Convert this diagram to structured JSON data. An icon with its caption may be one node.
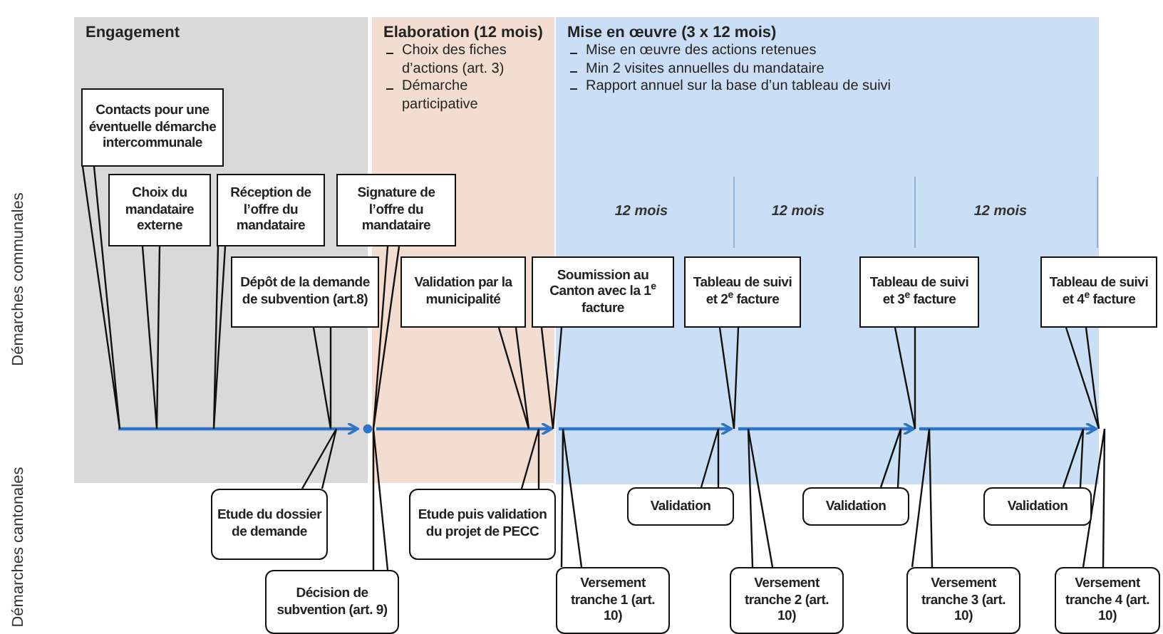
{
  "diagram": {
    "nodes": [
      {
        "text": [
          "Engagement"
        ]
      },
      {
        "text": [
          "Elaboration (12 mois)",
          "Choix des fiches d’actions (art. 3)",
          "Démarche participative"
        ]
      },
      {
        "text": [
          "Mise en œuvre (3 x 12 mois)",
          "Mise en œuvre des actions retenues",
          "Min 2 visites annuelles du mandataire",
          "Rapport annuel sur la base d’un tableau de suivi"
        ]
      },
      {
        "text": [
          "Contacts pour une éventuelle démarche intercommunale"
        ],
        "in": 0
      },
      {
        "text": [
          "Choix du mandataire externe"
        ],
        "in": 0
      },
      {
        "text": [
          "Réception de l’offre du mandataire"
        ],
        "in": 0
      },
      {
        "text": [
          "Signature de l’offre du mandataire"
        ]
      },
      {
        "text": [
          "Dépôt de la demande de subvention (art.8)"
        ]
      },
      {
        "text": [
          "Validation par la municipalité"
        ],
        "in": 1
      },
      {
        "text": [
          "Soumission au Canton avec la 1$^{e}$ facture"
        ]
      },
      {
        "text": [
          "Tableau de suivi et 2$^{e}$ facture"
        ],
        "in": 2
      },
      {
        "text": [
          "Tableau de suivi et 3$^{e}$ facture"
        ],
        "in": 2
      },
      {
        "text": [
          "Tableau de suivi et 4$^{e}$ facture"
        ]
      },
      {
        "text": [
          "Etude du dossier de demande"
        ]
      },
      {
        "text": [
          "Décision de subvention (art. 9)"
        ]
      },
      {
        "text": [
          "Etude puis validation du projet de PECC"
        ]
      },
      {
        "text": [
          "Validation"
        ]
      },
      {
        "text": [
          "Versement tranche 1 (art. 10)"
        ]
      },
      {
        "text": [
          "Validation"
        ]
      },
      {
        "text": [
          "Versement tranche 2 (art. 10)"
        ]
      },
      {
        "text": [
          "Validation"
        ]
      },
      {
        "text": [
          "Versement tranche 3 (art. 10)"
        ]
      },
      {
        "text": [
          "Versement tranche 4 (art. 10)"
        ]
      },
      {
        "text": [],
        "shape": "arrow"
      }
    ],
    "edges": [
      {
        "from": 3,
        "to": 23,
        "arrow": "none"
      },
      {
        "from": 4,
        "to": 23,
        "arrow": "none"
      },
      {
        "from": 5,
        "to": 23,
        "arrow": "none"
      },
      {
        "from": 6,
        "to": 23,
        "arrow": "none"
      },
      {
        "from": 7,
        "to": 23,
        "arrow": "none"
      },
      {
        "from": 8,
        "to": 23,
        "arrow": "none"
      },
      {
        "from": 9,
        "to": 23,
        "arrow": "none"
      },
      {
        "from": 10,
        "to": 23,
        "arrow": "none"
      },
      {
        "from": 11,
        "to": 23,
        "arrow": "none"
      },
      {
        "from": 12,
        "to": 23,
        "arrow": "none"
      },
      {
        "from": 13,
        "to": 23,
        "arrow": "none"
      },
      {
        "from": 14,
        "to": 23,
        "arrow": "none"
      },
      {
        "from": 15,
        "to": 23,
        "arrow": "none"
      },
      {
        "from": 16,
        "to": 23,
        "arrow": "none"
      },
      {
        "from": 17,
        "to": 23,
        "arrow": "none"
      },
      {
        "from": 18,
        "to": 23,
        "arrow": "none"
      },
      {
        "from": 19,
        "to": 23,
        "arrow": "none"
      },
      {
        "from": 20,
        "to": 23,
        "arrow": "none"
      },
      {
        "from": 21,
        "to": 23,
        "arrow": "none"
      },
      {
        "from": 22,
        "to": 23,
        "arrow": "none"
      }
    ],
    "labels": [
      "Démarches communales",
      "12 mois",
      "12 mois",
      "12 mois",
      "Démarches cantonales"
    ]
  }
}
